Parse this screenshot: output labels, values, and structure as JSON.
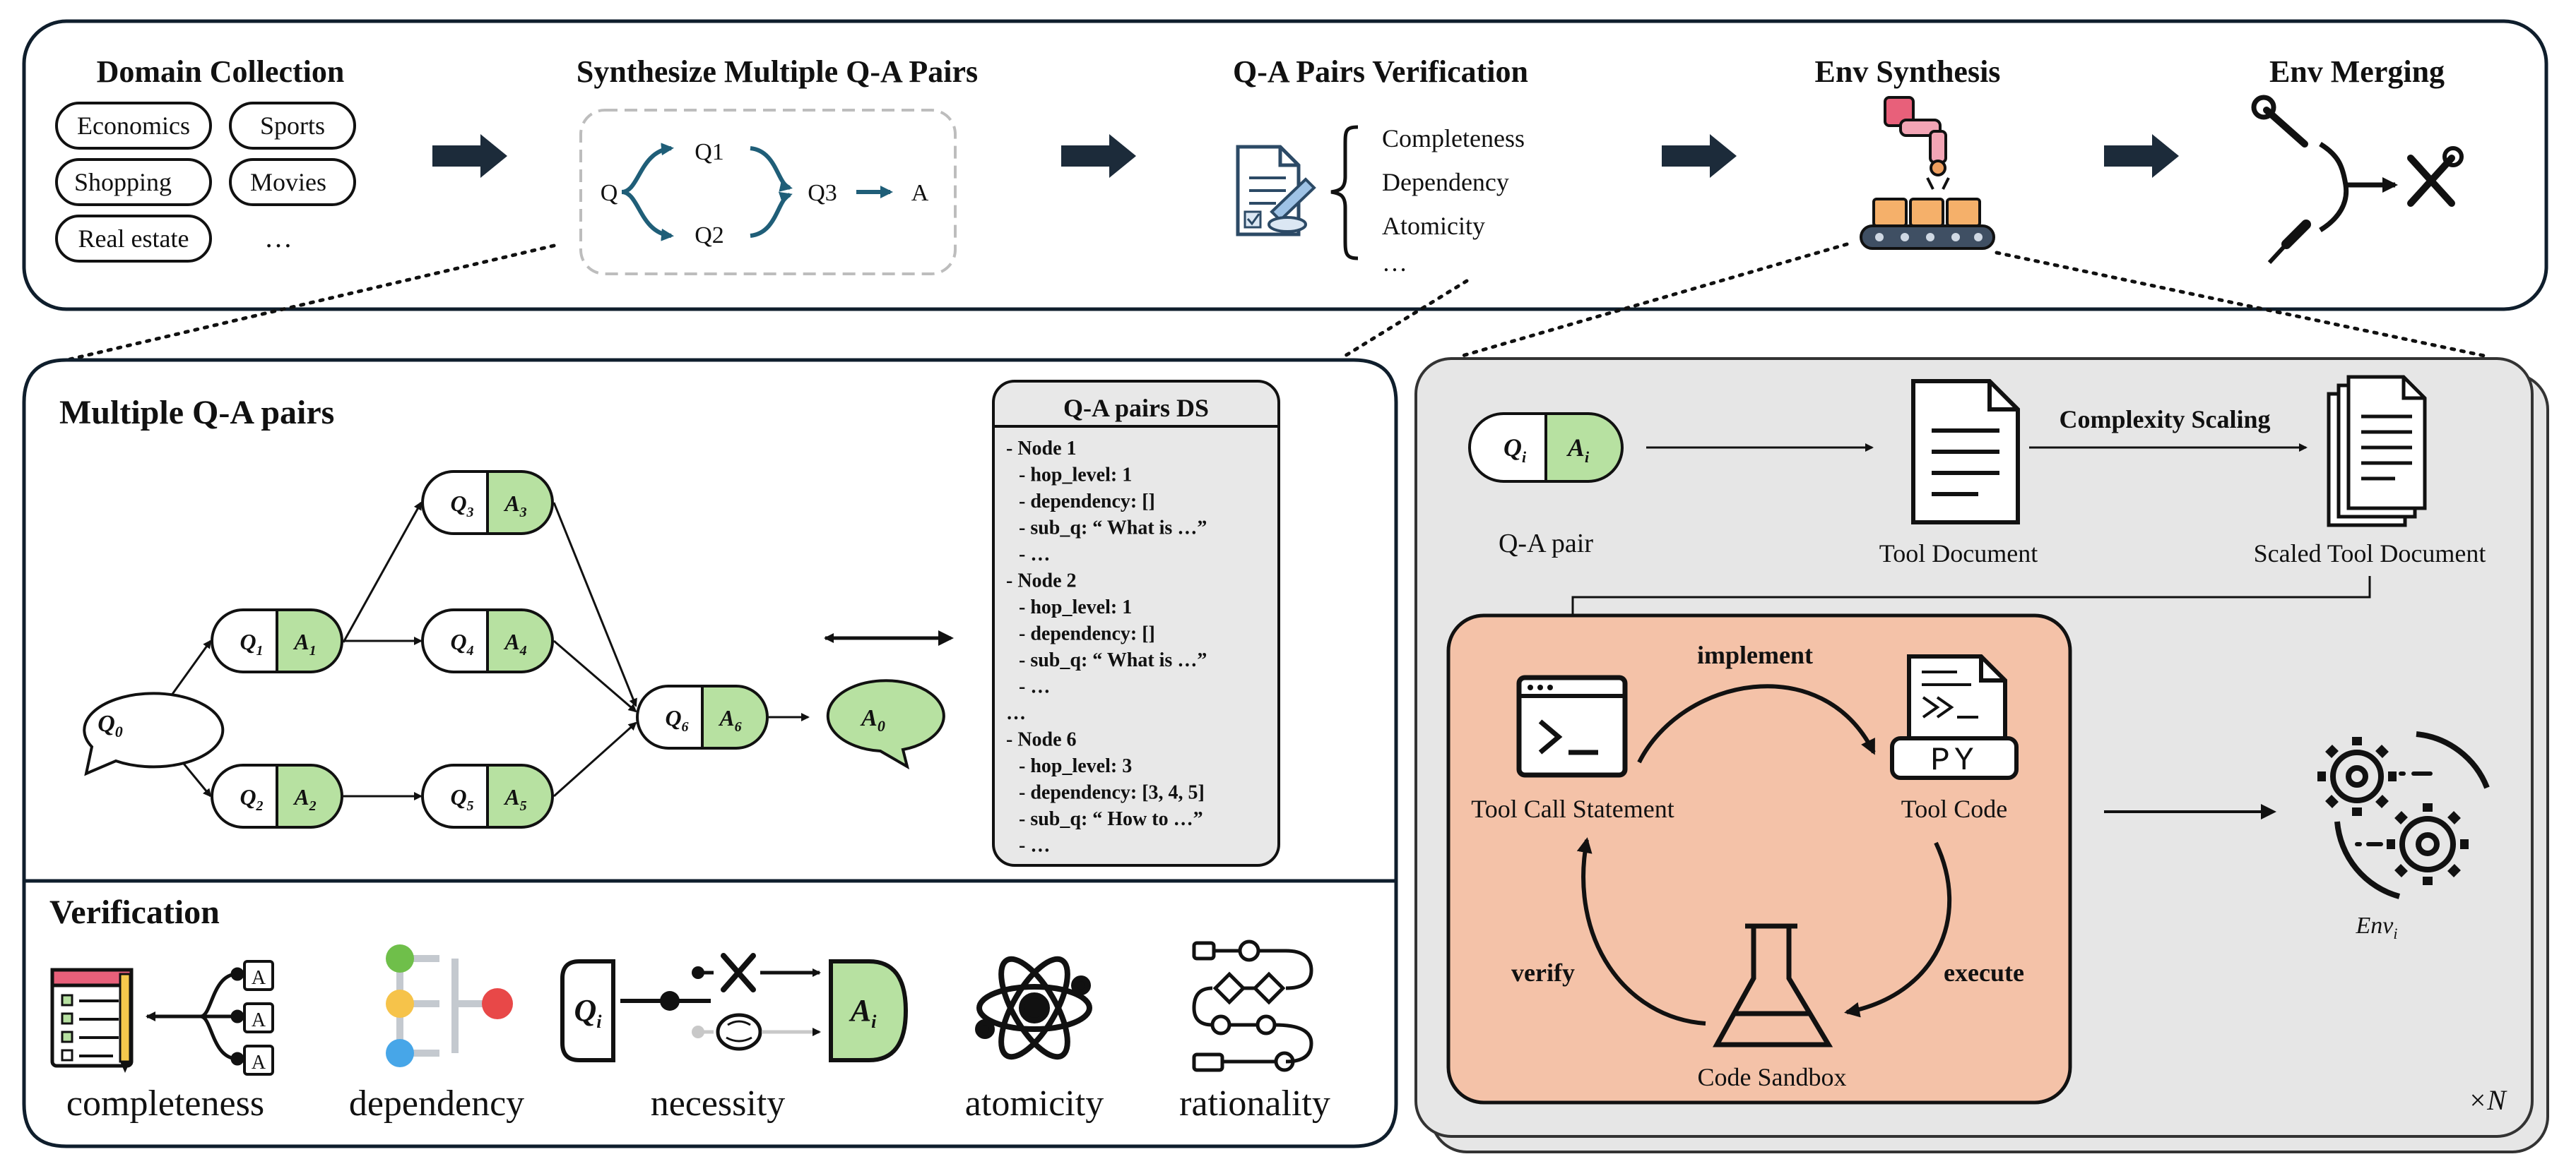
{
  "top": {
    "domain_collection": {
      "title": "Domain Collection",
      "tags": [
        "Economics",
        "Sports",
        "Shopping",
        "Movies",
        "Real estate",
        "…"
      ]
    },
    "synthesize": {
      "title": "Synthesize Multiple Q-A Pairs",
      "nodes": {
        "q": "Q",
        "q1": "Q1",
        "q2": "Q2",
        "q3": "Q3",
        "a": "A"
      }
    },
    "verification": {
      "title": "Q-A Pairs Verification",
      "items": [
        "Completeness",
        "Dependency",
        "Atomicity",
        "…"
      ]
    },
    "env_synthesis": {
      "title": "Env Synthesis"
    },
    "env_merging": {
      "title": "Env Merging"
    }
  },
  "qa_graph": {
    "title": "Multiple Q-A pairs",
    "ds_title": "Q-A pairs DS",
    "ds_lines": [
      "- Node 1",
      "  - hop_level: 1",
      "  - dependency: []",
      "  - sub_q: “ What is …”",
      "  - …",
      "- Node 2",
      "  - hop_level: 1",
      "  - dependency: []",
      "  - sub_q: “ What is …”",
      "  - …",
      "…",
      "- Node 6",
      "  - hop_level: 3",
      "  - dependency: [3, 4, 5]",
      "  - sub_q: “ How to …”",
      "  - …"
    ]
  },
  "verification_panel": {
    "title": "Verification",
    "labels": [
      "completeness",
      "dependency",
      "necessity",
      "atomicity",
      "rationality"
    ]
  },
  "env_panel": {
    "qa_pair_label": "Q-A pair",
    "tool_document": "Tool Document",
    "complexity_scaling": "Complexity Scaling",
    "scaled_tool_document": "Scaled Tool Document",
    "implement": "implement",
    "tool_call_statement": "Tool Call Statement",
    "tool_code": "Tool Code",
    "py": "PY",
    "verify": "verify",
    "execute": "execute",
    "code_sandbox": "Code Sandbox",
    "times_n": "×N"
  },
  "colors": {
    "answer_green": "#b7e1a1",
    "sandbox_orange": "#f4c2a8",
    "panel_gray": "#e6e6e6",
    "arrow_navy": "#1c2b3a",
    "teal": "#1f5e78"
  }
}
